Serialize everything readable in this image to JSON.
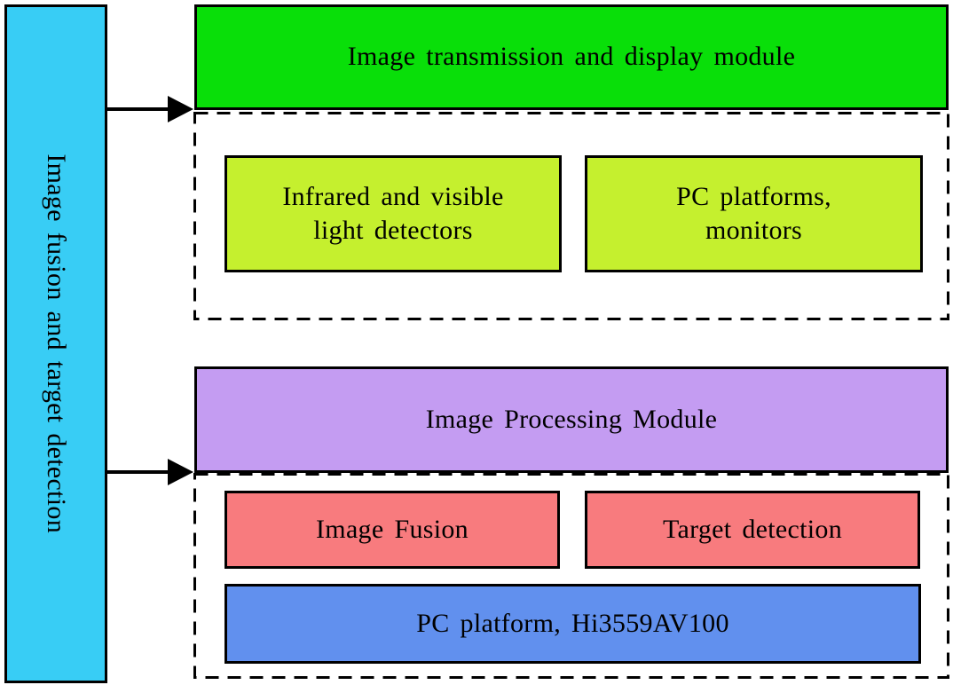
{
  "sidebar": {
    "label": "Image fusion and target detection",
    "color": "#38CDF5"
  },
  "transmission_section": {
    "header": {
      "label": "Image transmission and display module",
      "color": "#09DF09"
    },
    "detectors": {
      "label": "Infrared and visible\nlight detectors",
      "color": "#C5F02E"
    },
    "pc_platforms": {
      "label": "PC platforms,\nmonitors",
      "color": "#C5F02E"
    }
  },
  "processing_section": {
    "header": {
      "label": "Image Processing Module",
      "color": "#C49CF2"
    },
    "image_fusion": {
      "label": "Image Fusion",
      "color": "#F87B7E"
    },
    "target_detection": {
      "label": "Target detection",
      "color": "#F87B7E"
    },
    "platform": {
      "label": "PC platform, Hi3559AV100",
      "color": "#6190EE"
    }
  },
  "connectors": {
    "color": "#000000"
  }
}
